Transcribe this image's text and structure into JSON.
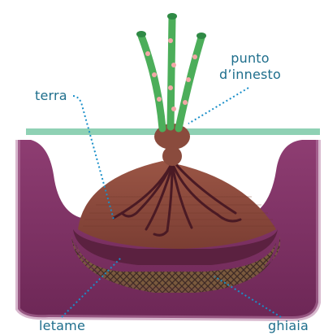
{
  "labels": {
    "graft_point_line1": "punto",
    "graft_point_line2": "d’innesto",
    "soil": "terra",
    "manure": "letame",
    "gravel": "ghiaia"
  },
  "colors": {
    "ground_line": "#8fd1b4",
    "hole_purple": "#7e2f64",
    "hole_outer": "#9c5a88",
    "soil_mound": "#8a4b3d",
    "manure_layer": "#5b2140",
    "gravel_layer": "#6b4a3a",
    "stem_green": "#4cae5a",
    "bud_pink": "#f3a7a7",
    "label_text": "#1e6e8c",
    "leader_line": "#1a8fc9"
  }
}
